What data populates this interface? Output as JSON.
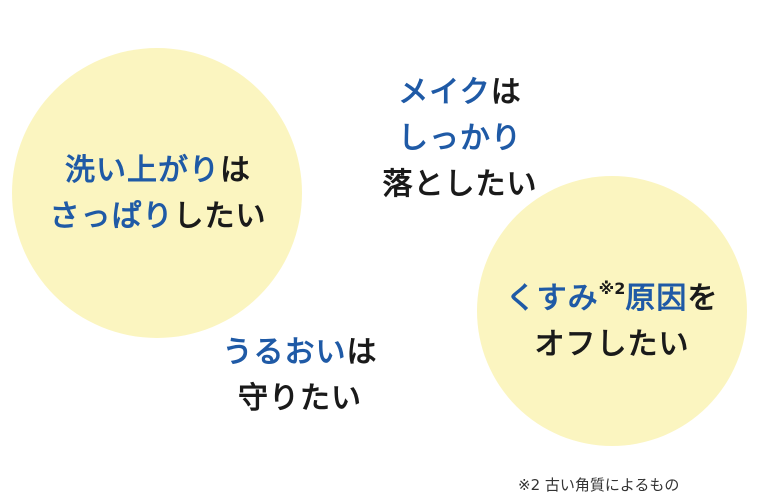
{
  "bubbles": {
    "wash": {
      "line1_blue": "洗い上がり",
      "line1_dark": "は",
      "line2_blue": "さっぱり",
      "line2_dark": "したい"
    },
    "makeup": {
      "line1_blue": "メイク",
      "line1_dark": "は",
      "line2_blue": "しっかり",
      "line3_dark": "落としたい"
    },
    "moist": {
      "line1_blue": "うるおい",
      "line1_dark": "は",
      "line2_dark": "守りたい"
    },
    "dull": {
      "line1_blue_a": "くすみ",
      "note_mark": "※2",
      "line1_blue_b": "原因",
      "line1_dark": "を",
      "line2_dark": "オフしたい"
    }
  },
  "footnote": "※2 古い角質によるもの",
  "colors": {
    "accent_blue": "#1f5aa6",
    "circle_fill": "#fbf5c0",
    "text_dark": "#1a1a1a"
  }
}
